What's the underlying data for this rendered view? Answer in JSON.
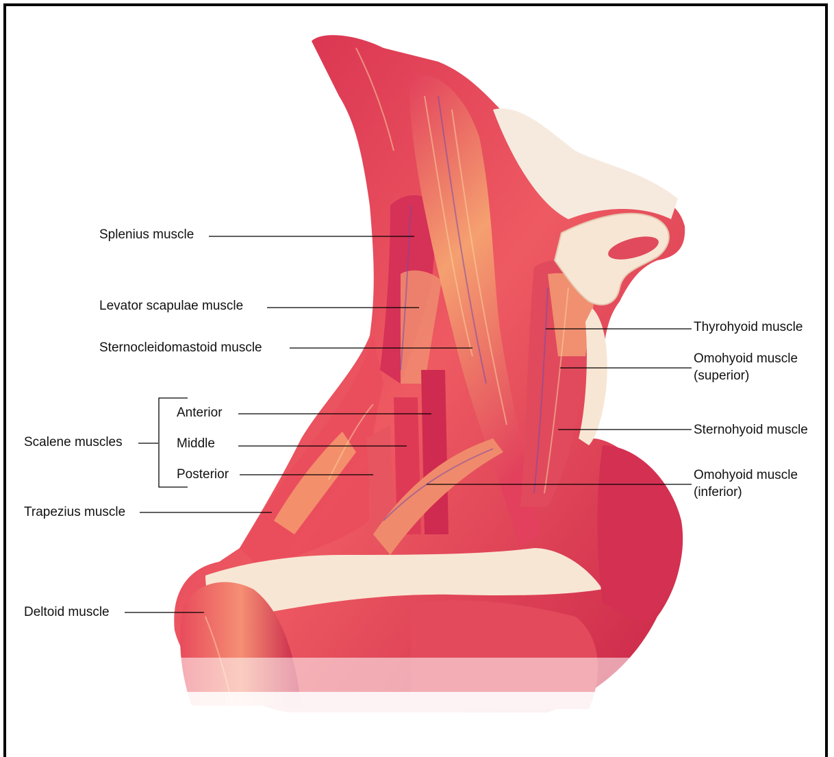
{
  "colors": {
    "muscle_base": "#e63e5a",
    "muscle_dark": "#b91e45",
    "muscle_light": "#f59578",
    "muscle_orange": "#f6a06c",
    "fiber_purple": "#7a4aa8",
    "tendon": "#f8e6d4",
    "leader_line": "#000000"
  },
  "labels": {
    "splenius": "Splenius muscle",
    "levator_scapulae": "Levator scapulae muscle",
    "sternocleidomastoid": "Sternocleidomastoid muscle",
    "scalene_group": "Scalene muscles",
    "scalene_anterior": "Anterior",
    "scalene_middle": "Middle",
    "scalene_posterior": "Posterior",
    "trapezius": "Trapezius muscle",
    "deltoid": "Deltoid muscle",
    "thyrohyoid": "Thyrohyoid muscle",
    "omohyoid_superior_1": "Omohyoid muscle",
    "omohyoid_superior_2": "(superior)",
    "sternohyoid": "Sternohyoid muscle",
    "omohyoid_inferior_1": "Omohyoid muscle",
    "omohyoid_inferior_2": "(inferior)"
  }
}
